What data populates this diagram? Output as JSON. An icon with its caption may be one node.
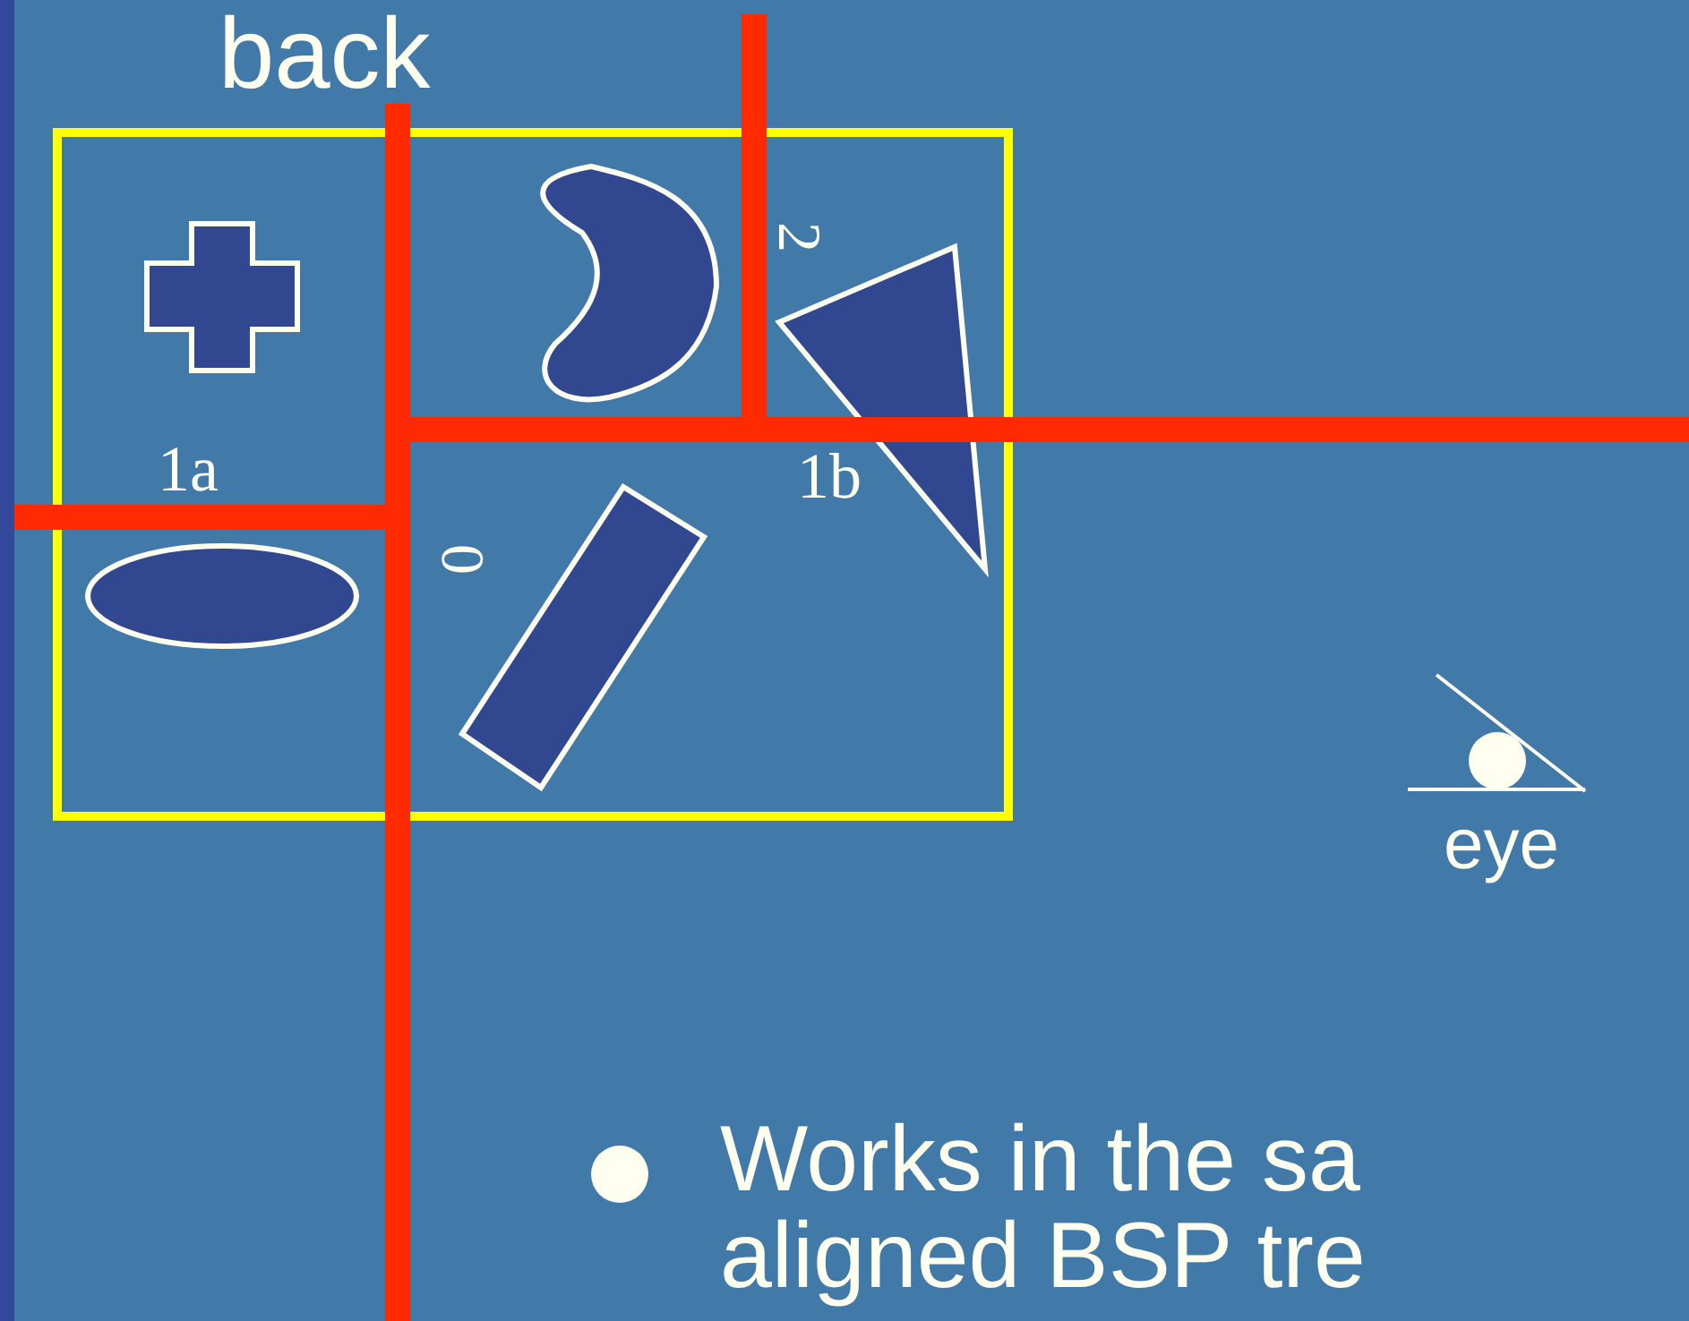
{
  "diagram": {
    "labels": [
      "back",
      "2",
      "1a",
      "1b",
      "0",
      "eye",
      "Works in the sa",
      "aligned BSP tre"
    ]
  }
}
